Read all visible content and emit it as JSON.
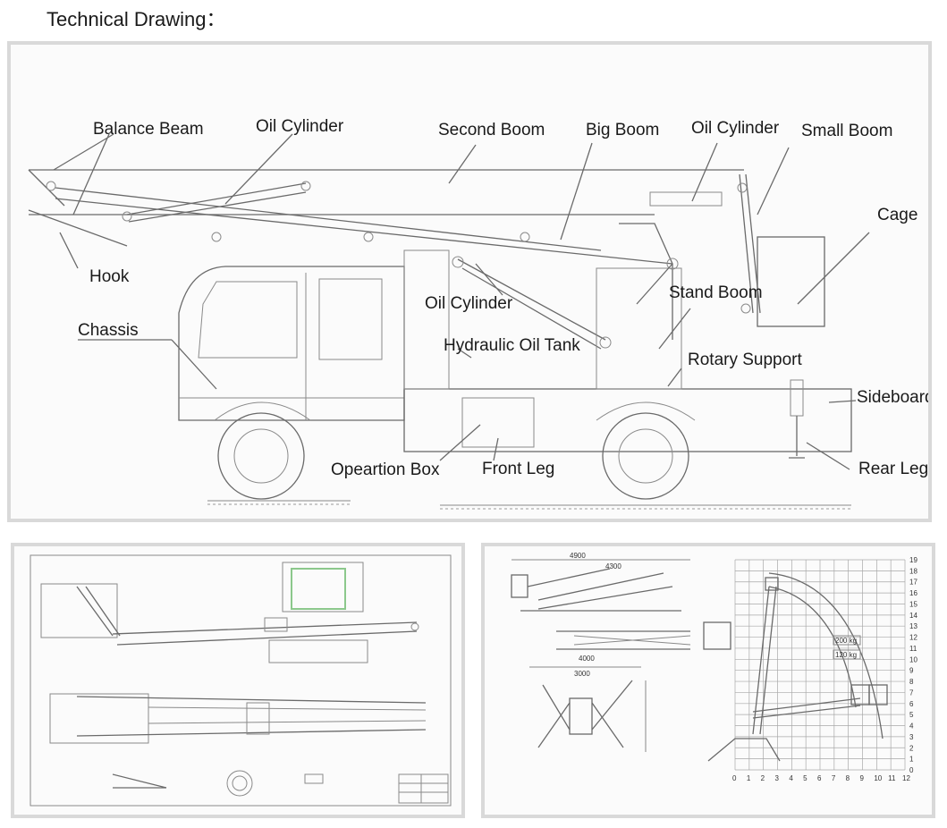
{
  "heading": "Technical Drawing：",
  "labels": {
    "balance_beam": "Balance Beam",
    "oil_cylinder_1": "Oil Cylinder",
    "second_boom": "Second Boom",
    "big_boom": "Big Boom",
    "oil_cylinder_2": "Oil Cylinder",
    "small_boom": "Small Boom",
    "cage": "Cage",
    "hook": "Hook",
    "chassis": "Chassis",
    "oil_cylinder_3": "Oil Cylinder",
    "stand_boom": "Stand Boom",
    "hydraulic_oil_tank": "Hydraulic Oil Tank",
    "rotary_support": "Rotary Support",
    "sideboard": "Sideboard",
    "operation_box": "Opeartion Box",
    "front_leg": "Front Leg",
    "rear_leg": "Rear Leg"
  },
  "spec": {
    "load_1": "200 kg",
    "load_2": "120 kg",
    "dim_top_a": "4900",
    "dim_top_b": "4300",
    "dim_mid": "4000",
    "dim_mid_b": "3000",
    "x_ticks": [
      "0",
      "1",
      "2",
      "3",
      "4",
      "5",
      "6",
      "7",
      "8",
      "9",
      "10",
      "11",
      "12"
    ],
    "y_ticks": [
      "0",
      "1",
      "2",
      "3",
      "4",
      "5",
      "6",
      "7",
      "8",
      "9",
      "10",
      "11",
      "12",
      "13",
      "14",
      "15",
      "16",
      "17",
      "18",
      "19"
    ]
  },
  "colors": {
    "line": "#6a6a6a",
    "panel_border": "#d9d9d9",
    "accent_green": "#8cc88c"
  }
}
